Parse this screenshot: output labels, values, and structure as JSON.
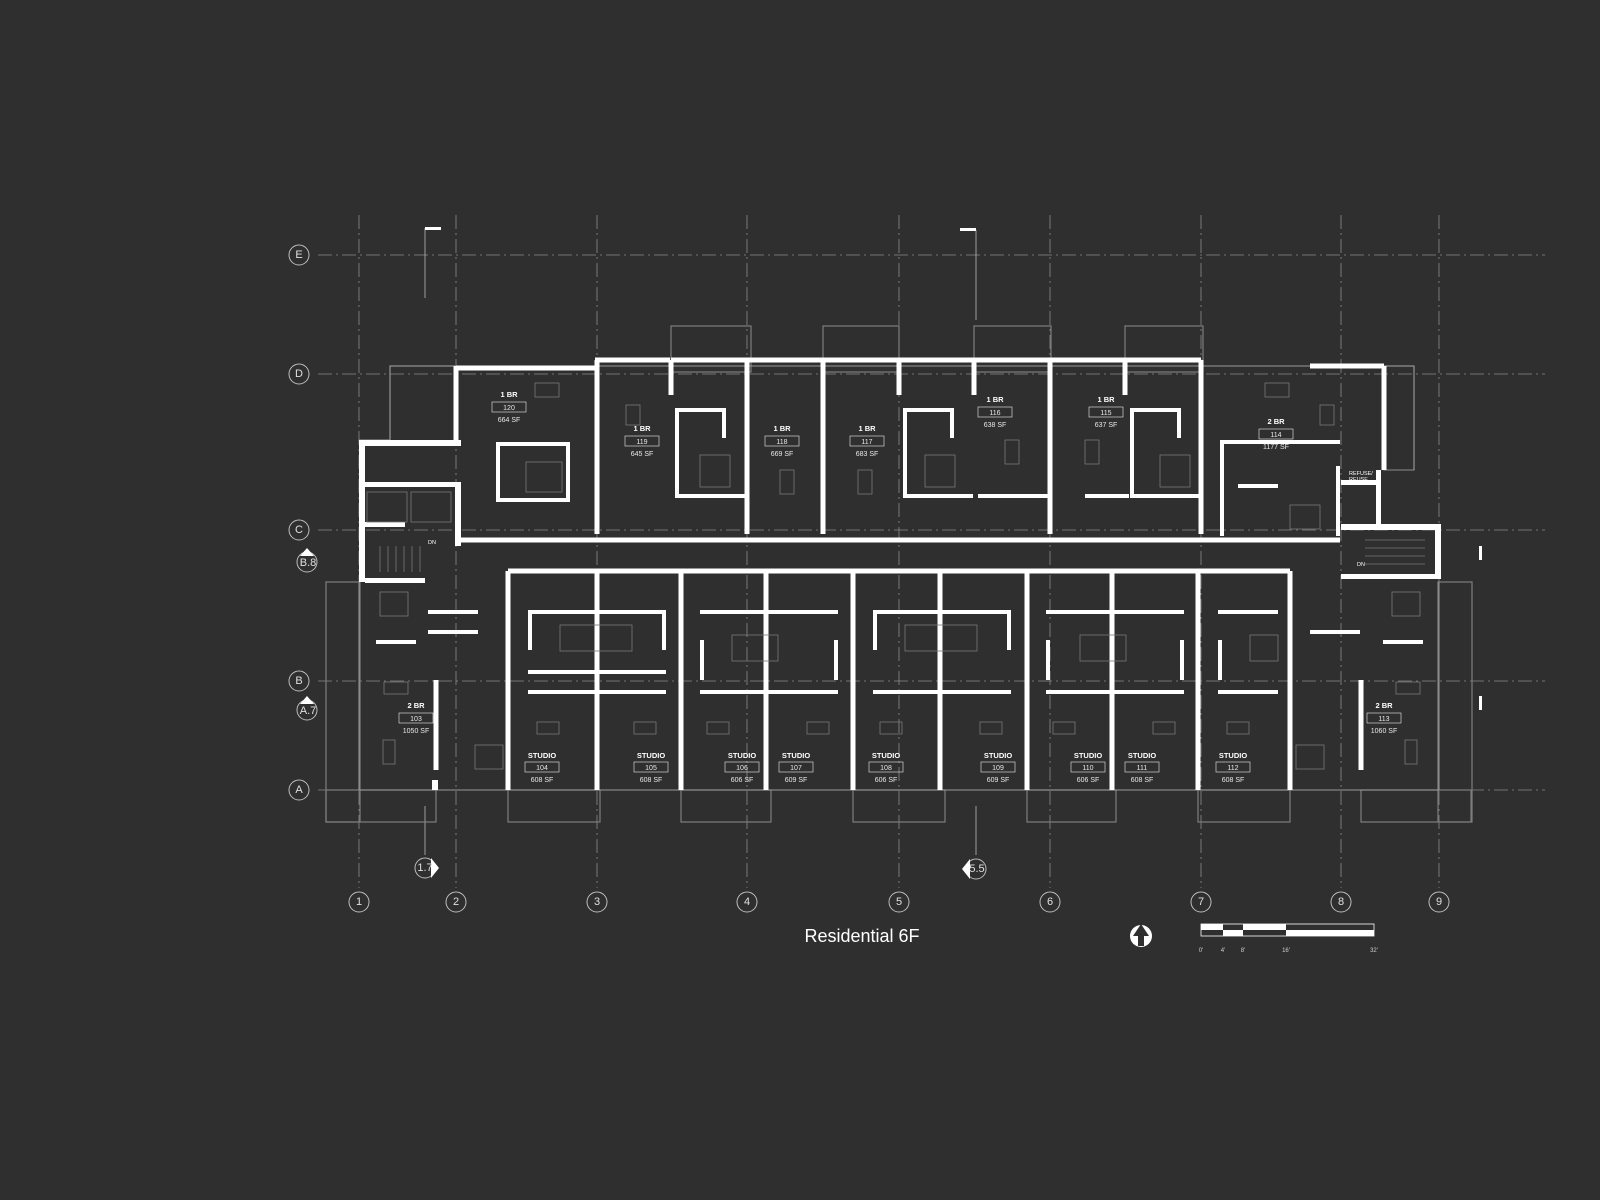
{
  "title": "Residential 6F",
  "grid_rows": [
    {
      "label": "E"
    },
    {
      "label": "D"
    },
    {
      "label": "C"
    },
    {
      "label": "B"
    },
    {
      "label": "A"
    }
  ],
  "grid_cols": [
    {
      "label": "1"
    },
    {
      "label": "2"
    },
    {
      "label": "3"
    },
    {
      "label": "4"
    },
    {
      "label": "5"
    },
    {
      "label": "6"
    },
    {
      "label": "7"
    },
    {
      "label": "8"
    },
    {
      "label": "9"
    }
  ],
  "section_marks": {
    "b8": "B.8",
    "a7": "A.7",
    "c17": "1.7",
    "c55": "5.5"
  },
  "stair_labels": {
    "west_dn": "DN",
    "east_dn": "DN",
    "refuse_1": "REFUSE/",
    "refuse_2": "REUSE"
  },
  "units": [
    {
      "type": "1 BR",
      "num": "120",
      "area": "664 SF"
    },
    {
      "type": "1 BR",
      "num": "119",
      "area": "645 SF"
    },
    {
      "type": "1 BR",
      "num": "118",
      "area": "669 SF"
    },
    {
      "type": "1 BR",
      "num": "117",
      "area": "683 SF"
    },
    {
      "type": "1 BR",
      "num": "116",
      "area": "638 SF"
    },
    {
      "type": "1 BR",
      "num": "115",
      "area": "637 SF"
    },
    {
      "type": "2 BR",
      "num": "114",
      "area": "1177 SF"
    },
    {
      "type": "2 BR",
      "num": "103",
      "area": "1050 SF"
    },
    {
      "type": "STUDIO",
      "num": "104",
      "area": "608 SF"
    },
    {
      "type": "STUDIO",
      "num": "105",
      "area": "608 SF"
    },
    {
      "type": "STUDIO",
      "num": "106",
      "area": "606 SF"
    },
    {
      "type": "STUDIO",
      "num": "107",
      "area": "609 SF"
    },
    {
      "type": "STUDIO",
      "num": "108",
      "area": "606 SF"
    },
    {
      "type": "STUDIO",
      "num": "109",
      "area": "609 SF"
    },
    {
      "type": "STUDIO",
      "num": "110",
      "area": "606 SF"
    },
    {
      "type": "STUDIO",
      "num": "111",
      "area": "608 SF"
    },
    {
      "type": "STUDIO",
      "num": "112",
      "area": "608 SF"
    },
    {
      "type": "2 BR",
      "num": "113",
      "area": "1060 SF"
    }
  ],
  "scale_bar": {
    "labels": [
      "0'",
      "4'",
      "8'",
      "16'",
      "32'"
    ]
  },
  "north_arrow": "north-arrow-icon"
}
